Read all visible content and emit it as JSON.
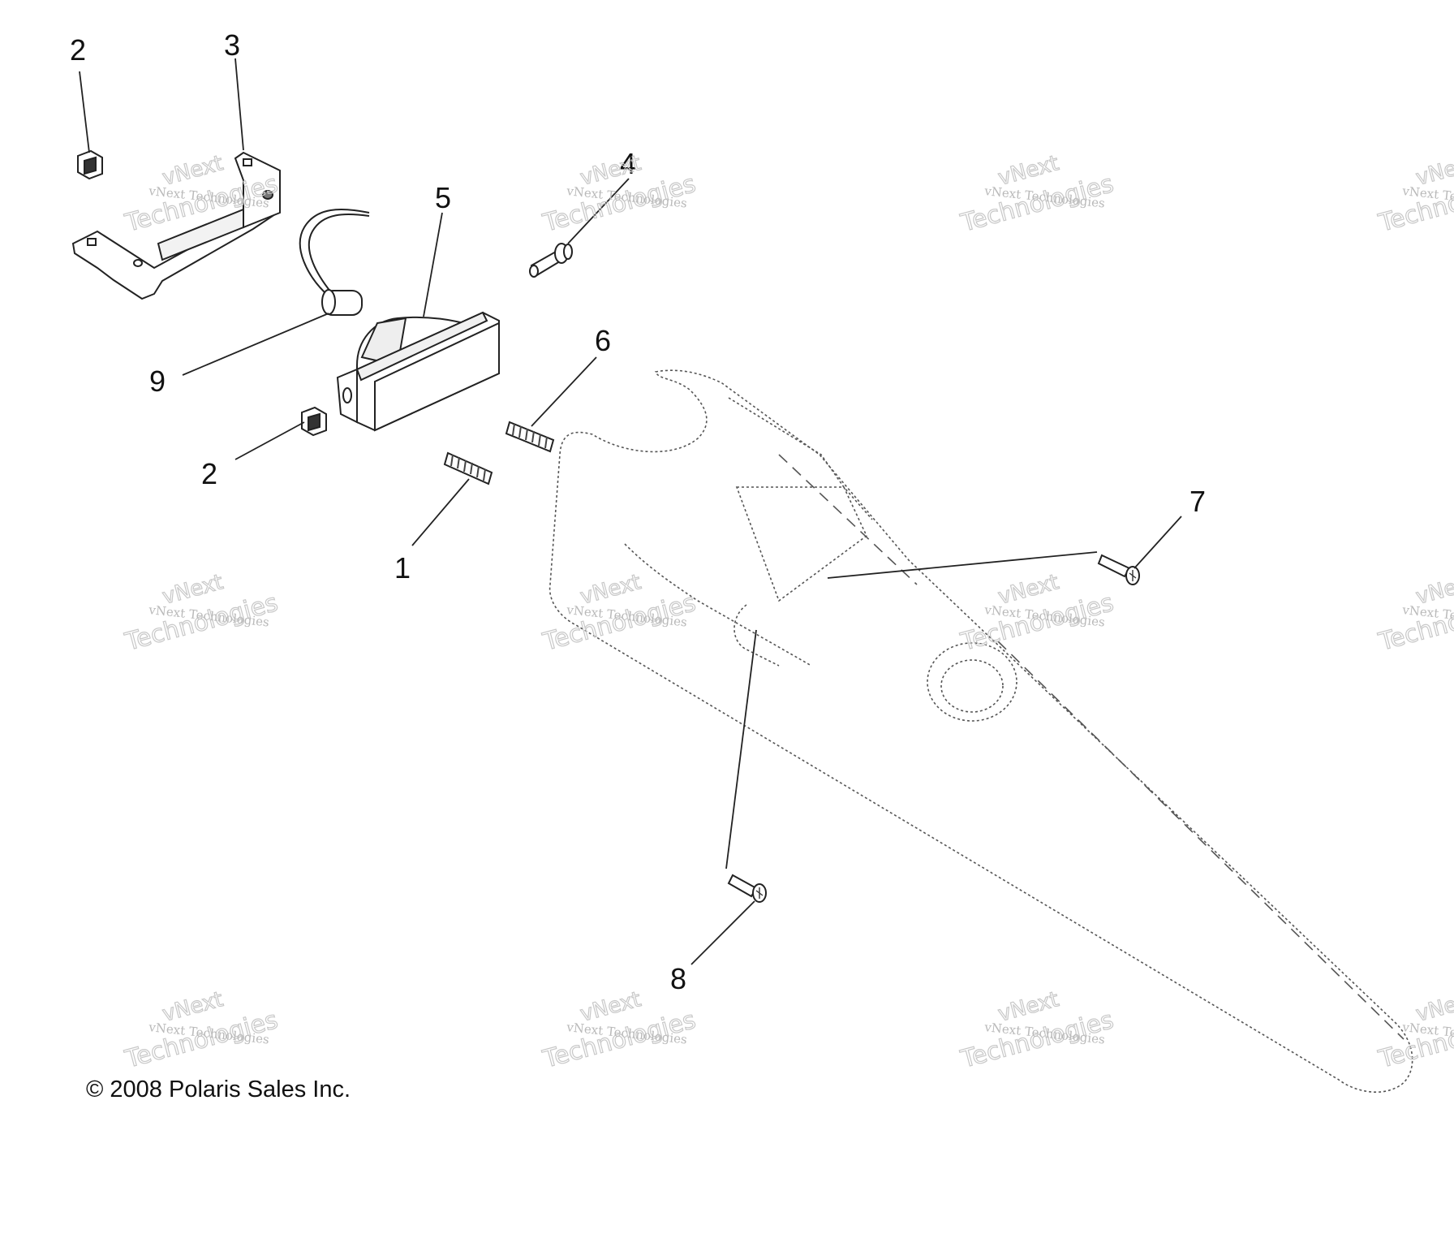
{
  "callouts": {
    "c1": "1",
    "c2a": "2",
    "c2b": "2",
    "c3": "3",
    "c4": "4",
    "c5": "5",
    "c6": "6",
    "c7": "7",
    "c8": "8",
    "c9": "9"
  },
  "watermark": {
    "line1": "vNext Technologies",
    "line2": "vNext",
    "line3": "Technologies"
  },
  "copyright": "© 2008 Polaris Sales Inc."
}
